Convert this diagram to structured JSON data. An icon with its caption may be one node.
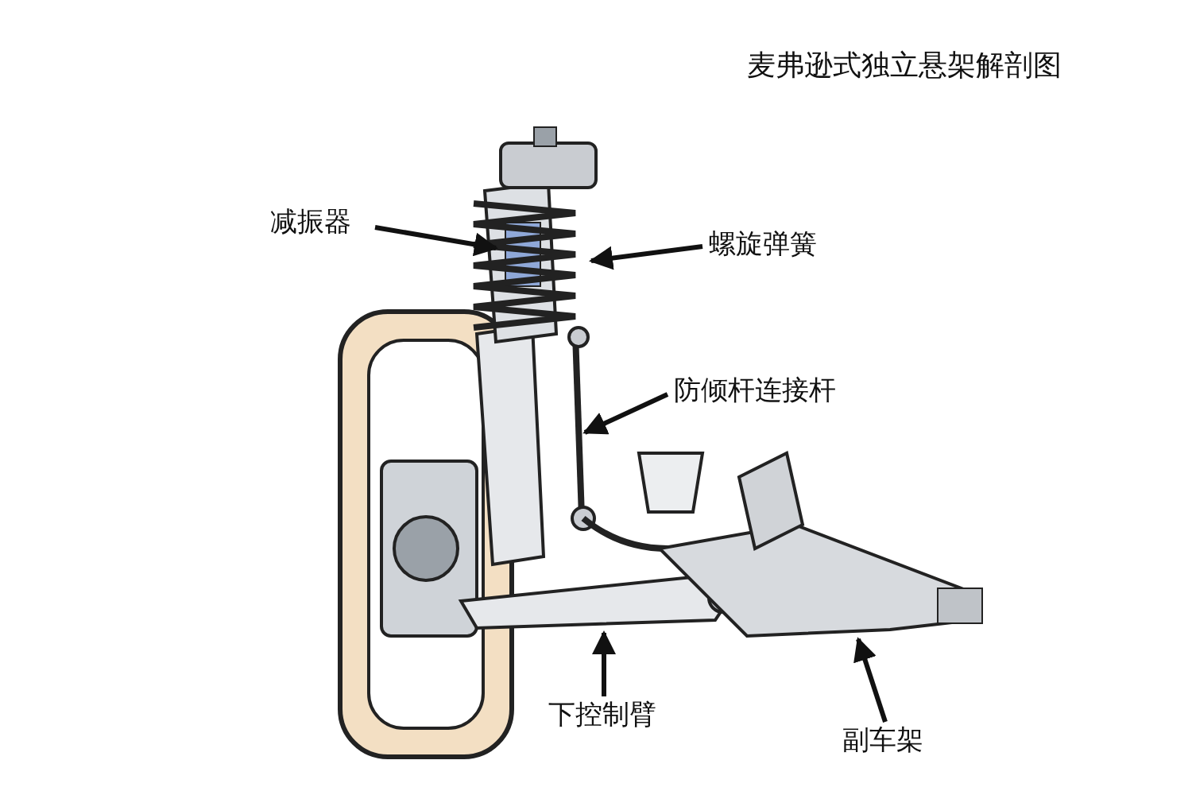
{
  "diagram": {
    "title": "麦弗逊式独立悬架解剖图",
    "nodes": [
      {
        "text": [
          "减振器"
        ]
      },
      {
        "text": [
          "螺旋弹簧"
        ]
      },
      {
        "text": [
          "防倾杆连接杆"
        ]
      },
      {
        "text": [
          "下控制臂"
        ]
      },
      {
        "text": [
          "副车架"
        ]
      }
    ],
    "edges": [
      {
        "from": 0,
        "to": null,
        "arrow": "to"
      },
      {
        "from": 1,
        "to": null,
        "arrow": "to"
      },
      {
        "from": 2,
        "to": null,
        "arrow": "to"
      },
      {
        "from": 3,
        "to": null,
        "arrow": "to"
      },
      {
        "from": 4,
        "to": null,
        "arrow": "to"
      }
    ]
  }
}
